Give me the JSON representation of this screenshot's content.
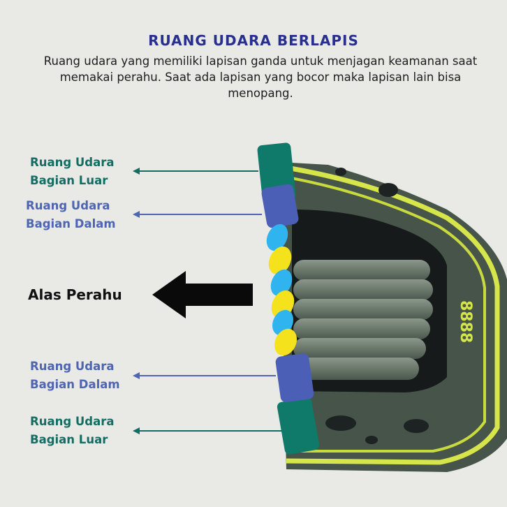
{
  "title": "RUANG UDARA BERLAPIS",
  "description": "Ruang udara yang memiliki lapisan ganda untuk menjagan keamanan saat memakai perahu. Saat ada lapisan yang bocor maka lapisan lain bisa menopang.",
  "labels": {
    "outer_top_line1": "Ruang Udara",
    "outer_top_line2": "Bagian Luar",
    "inner_top_line1": "Ruang Udara",
    "inner_top_line2": "Bagian Dalam",
    "floor": "Alas Perahu",
    "inner_bottom_line1": "Ruang Udara",
    "inner_bottom_line2": "Bagian Dalam",
    "outer_bottom_line1": "Ruang Udara",
    "outer_bottom_line2": "Bagian Luar"
  },
  "boat_marking": "8888",
  "colors": {
    "title": "#27308f",
    "outer_chamber": "#0f7a6a",
    "inner_chamber": "#4a5fb5",
    "floor_tube_a": "#2fb4f0",
    "floor_tube_b": "#f4e31c",
    "boat_hull": "#4c5a4e",
    "boat_stripe": "#d6e64a",
    "arrow": "#0a0a0a"
  }
}
